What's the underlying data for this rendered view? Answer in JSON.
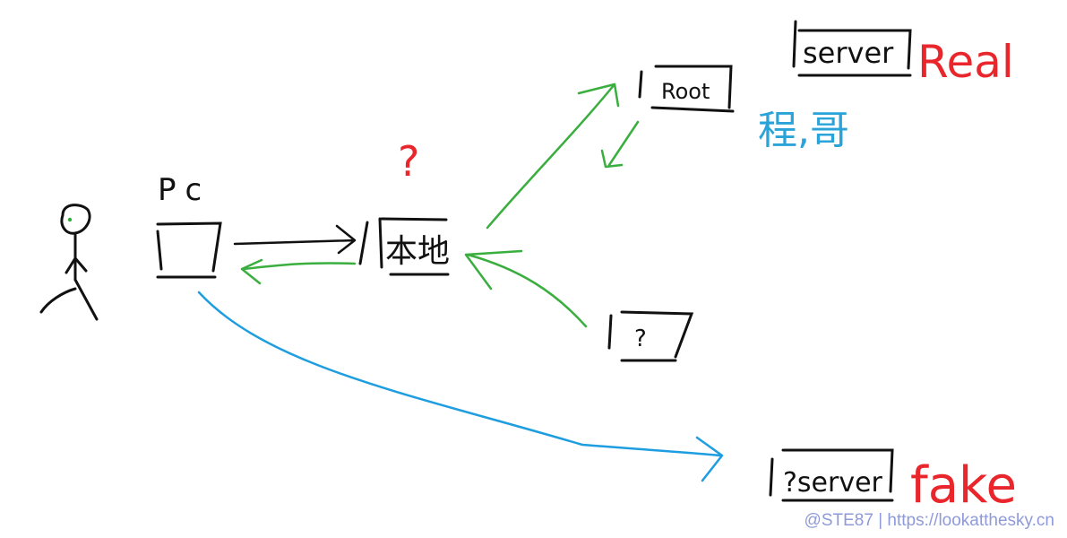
{
  "labels": {
    "pc": "Pc",
    "local": "本地",
    "root": "Root",
    "server": "server",
    "real": "Real",
    "cheng_ge": "程,哥",
    "question_red": "?",
    "unknown_box": "?",
    "fake_server": "?server",
    "fake": "fake"
  },
  "watermark": "@STE87 | https://lookatthesky.cn",
  "colors": {
    "ink": "#111111",
    "green": "#3aae3e",
    "blue": "#1e9ee0",
    "red": "#e8262b",
    "watermark": "#8f9ad8"
  }
}
